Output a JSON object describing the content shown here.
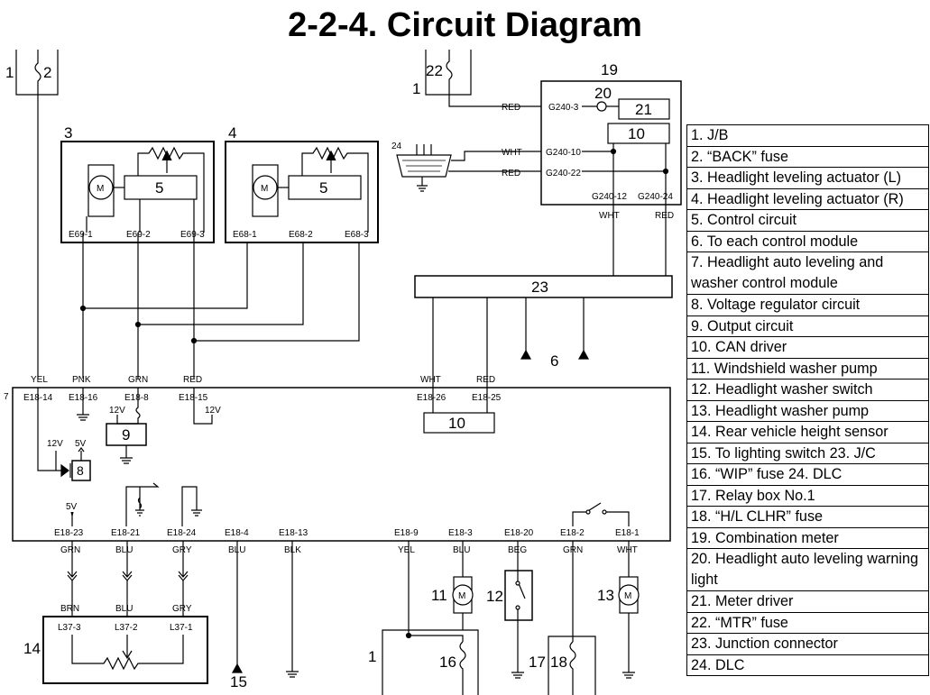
{
  "title": "2-2-4. Circuit Diagram",
  "legend": [
    {
      "text": "1. J/B"
    },
    {
      "text": "2. “BACK” fuse"
    },
    {
      "text": "3. Headlight leveling actuator (L)"
    },
    {
      "text": "4. Headlight leveling actuator (R)"
    },
    {
      "text": "5. Control circuit"
    },
    {
      "text": "6. To each control module"
    },
    {
      "text": "7. Headlight auto leveling and washer control module",
      "two_line": true
    },
    {
      "text": "8. Voltage regulator circuit"
    },
    {
      "text": "9. Output circuit"
    },
    {
      "text": "10. CAN driver"
    },
    {
      "text": "11. Windshield washer pump"
    },
    {
      "text": "12. Headlight washer switch"
    },
    {
      "text": "13. Headlight washer pump"
    },
    {
      "text": "14. Rear vehicle height sensor"
    },
    {
      "text": "15. To lighting switch 23. J/C"
    },
    {
      "text": "16. “WIP” fuse 24. DLC"
    },
    {
      "text": "17. Relay box No.1"
    },
    {
      "text": "18. “H/L CLHR” fuse"
    },
    {
      "text": "19. Combination meter"
    },
    {
      "text": "20. Headlight auto leveling warning light",
      "two_line": true
    },
    {
      "text": "21. Meter driver"
    },
    {
      "text": "22. “MTR” fuse"
    },
    {
      "text": "23. Junction connector"
    },
    {
      "text": "24. DLC"
    }
  ],
  "callouts": {
    "c1": "1",
    "c2": "2",
    "c3": "3",
    "c4": "4",
    "c5": "5",
    "c6": "6",
    "c7": "7",
    "c8": "8",
    "c9": "9",
    "c10": "10",
    "c11": "11",
    "c12": "12",
    "c13": "13",
    "c14": "14",
    "c15": "15",
    "c16": "16",
    "c17": "17",
    "c18": "18",
    "c19": "19",
    "c20": "20",
    "c21": "21",
    "c22": "22",
    "c23": "23",
    "c24": "24"
  },
  "motor_symbol": "M",
  "voltages": {
    "v12": "12V",
    "v5": "5V"
  },
  "terminals": {
    "E69_1": "E69-1",
    "E69_2": "E69-2",
    "E69_3": "E69-3",
    "E68_1": "E68-1",
    "E68_2": "E68-2",
    "E68_3": "E68-3",
    "G240_3": "G240-3",
    "G240_10": "G240-10",
    "G240_22": "G240-22",
    "G240_12": "G240-12",
    "G240_24": "G240-24",
    "E18_14": "E18-14",
    "E18_16": "E18-16",
    "E18_8": "E18-8",
    "E18_15": "E18-15",
    "E18_26": "E18-26",
    "E18_25": "E18-25",
    "E18_23": "E18-23",
    "E18_21": "E18-21",
    "E18_24": "E18-24",
    "E18_4": "E18-4",
    "E18_13": "E18-13",
    "E18_9": "E18-9",
    "E18_3": "E18-3",
    "E18_20": "E18-20",
    "E18_2": "E18-2",
    "E18_1": "E18-1",
    "L37_3": "L37-3",
    "L37_2": "L37-2",
    "L37_1": "L37-1"
  },
  "wire_colors": {
    "RED": "RED",
    "WHT": "WHT",
    "YEL": "YEL",
    "PNK": "PNK",
    "GRN": "GRN",
    "BLU": "BLU",
    "GRY": "GRY",
    "BLK": "BLK",
    "BEG": "BEG",
    "BRN": "BRN"
  }
}
